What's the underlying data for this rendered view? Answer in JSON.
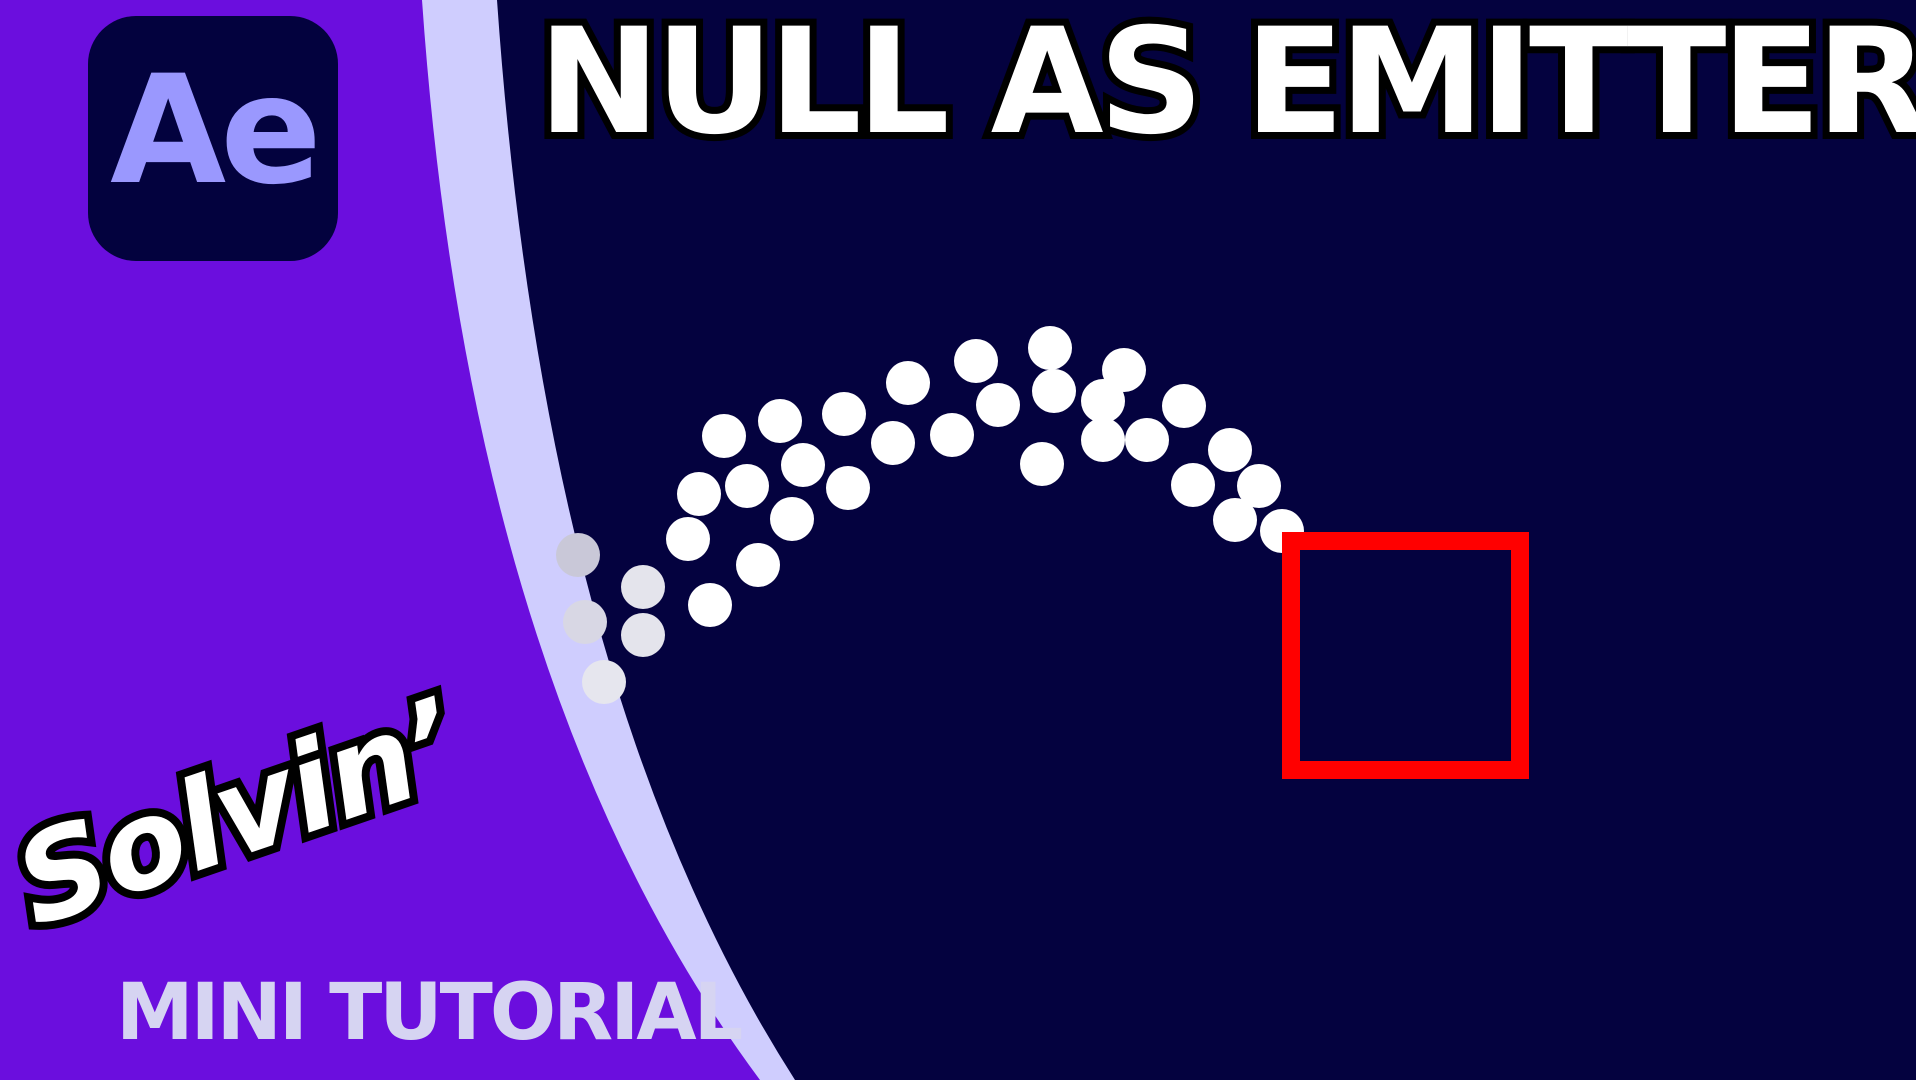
{
  "thumbnail": {
    "title": "NULL AS EMITTER",
    "logo_text": "Ae",
    "brand_text": "Solvin’",
    "subtitle": "MINI TUTORIAL"
  },
  "colors": {
    "background": "#04023f",
    "left_panel": "#6b0ede",
    "stripe": "#cfcdfe",
    "logo_bg": "#03023e",
    "logo_text": "#9a98fe",
    "particle": "#ffffff",
    "null_box": "#ff0000"
  },
  "icons": {
    "logo": "after-effects-icon",
    "null_object": "null-object-icon"
  }
}
